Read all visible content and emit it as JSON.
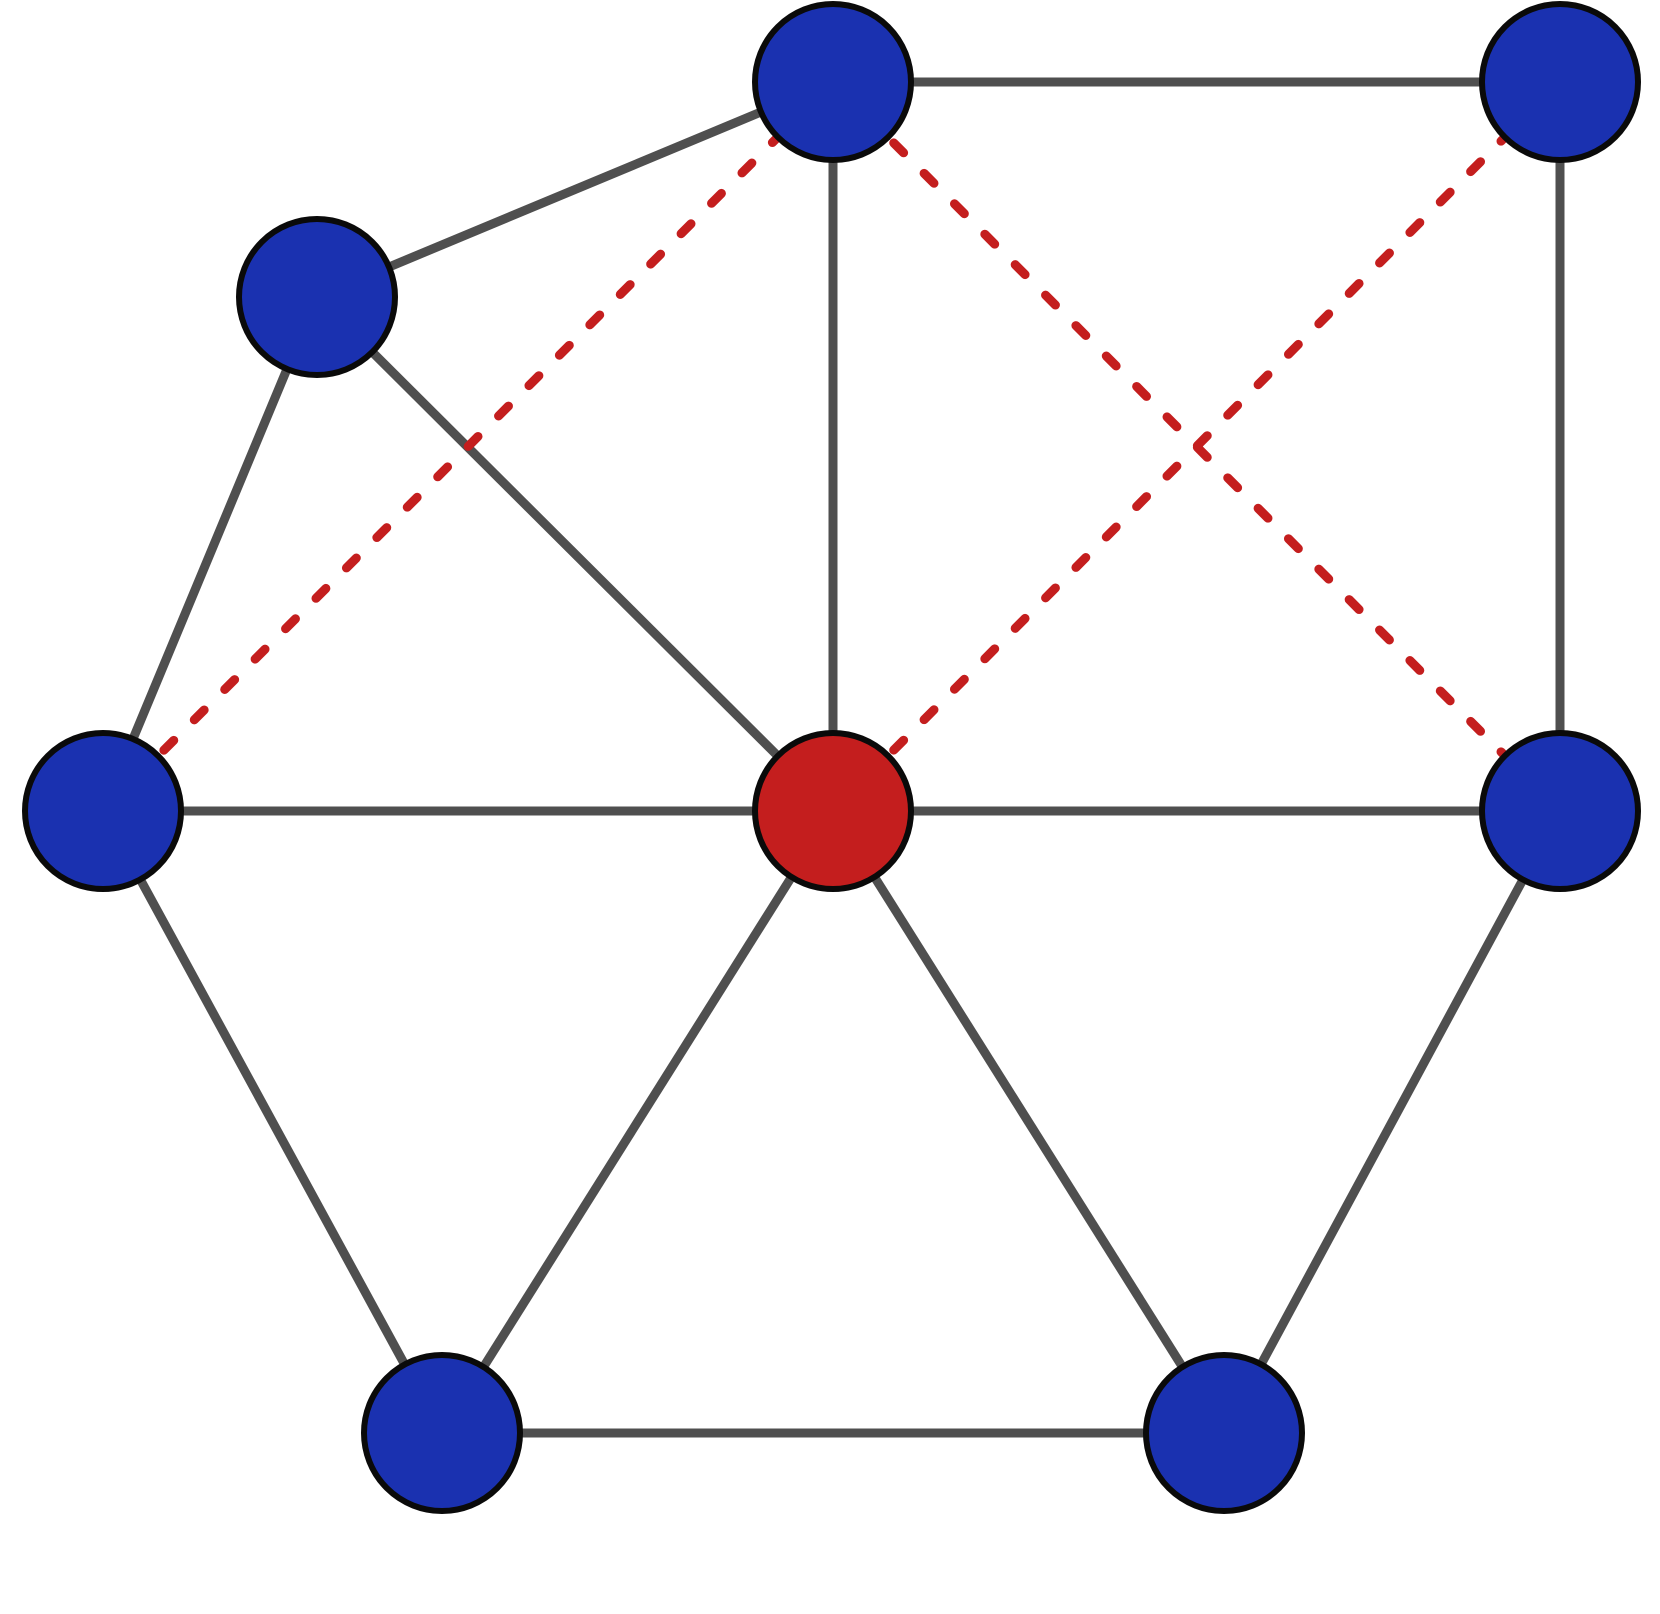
{
  "colors": {
    "background": "#ffffff",
    "solid_edge": "#4f4f4f",
    "dashed_edge": "#c41e1e",
    "node_fill_default": "#1a31b0",
    "node_fill_highlight": "#c41e1e",
    "node_outline": "#0a0a0a"
  },
  "graph": {
    "nodes": [
      {
        "id": "top-center",
        "role": "default"
      },
      {
        "id": "top-right",
        "role": "default"
      },
      {
        "id": "upper-left",
        "role": "default"
      },
      {
        "id": "middle-left",
        "role": "default"
      },
      {
        "id": "center",
        "role": "highlight"
      },
      {
        "id": "middle-right",
        "role": "default"
      },
      {
        "id": "bottom-left",
        "role": "default"
      },
      {
        "id": "bottom-right",
        "role": "default"
      }
    ],
    "solid_edges": [
      [
        "top-center",
        "top-right"
      ],
      [
        "upper-left",
        "top-center"
      ],
      [
        "top-center",
        "center"
      ],
      [
        "top-right",
        "middle-right"
      ],
      [
        "upper-left",
        "middle-left"
      ],
      [
        "upper-left",
        "center"
      ],
      [
        "middle-left",
        "center"
      ],
      [
        "center",
        "middle-right"
      ],
      [
        "middle-left",
        "bottom-left"
      ],
      [
        "center",
        "bottom-left"
      ],
      [
        "center",
        "bottom-right"
      ],
      [
        "middle-right",
        "bottom-right"
      ],
      [
        "bottom-left",
        "bottom-right"
      ]
    ],
    "dashed_edges": [
      [
        "middle-left",
        "top-center"
      ],
      [
        "top-center",
        "middle-right"
      ],
      [
        "center",
        "top-right"
      ]
    ]
  }
}
